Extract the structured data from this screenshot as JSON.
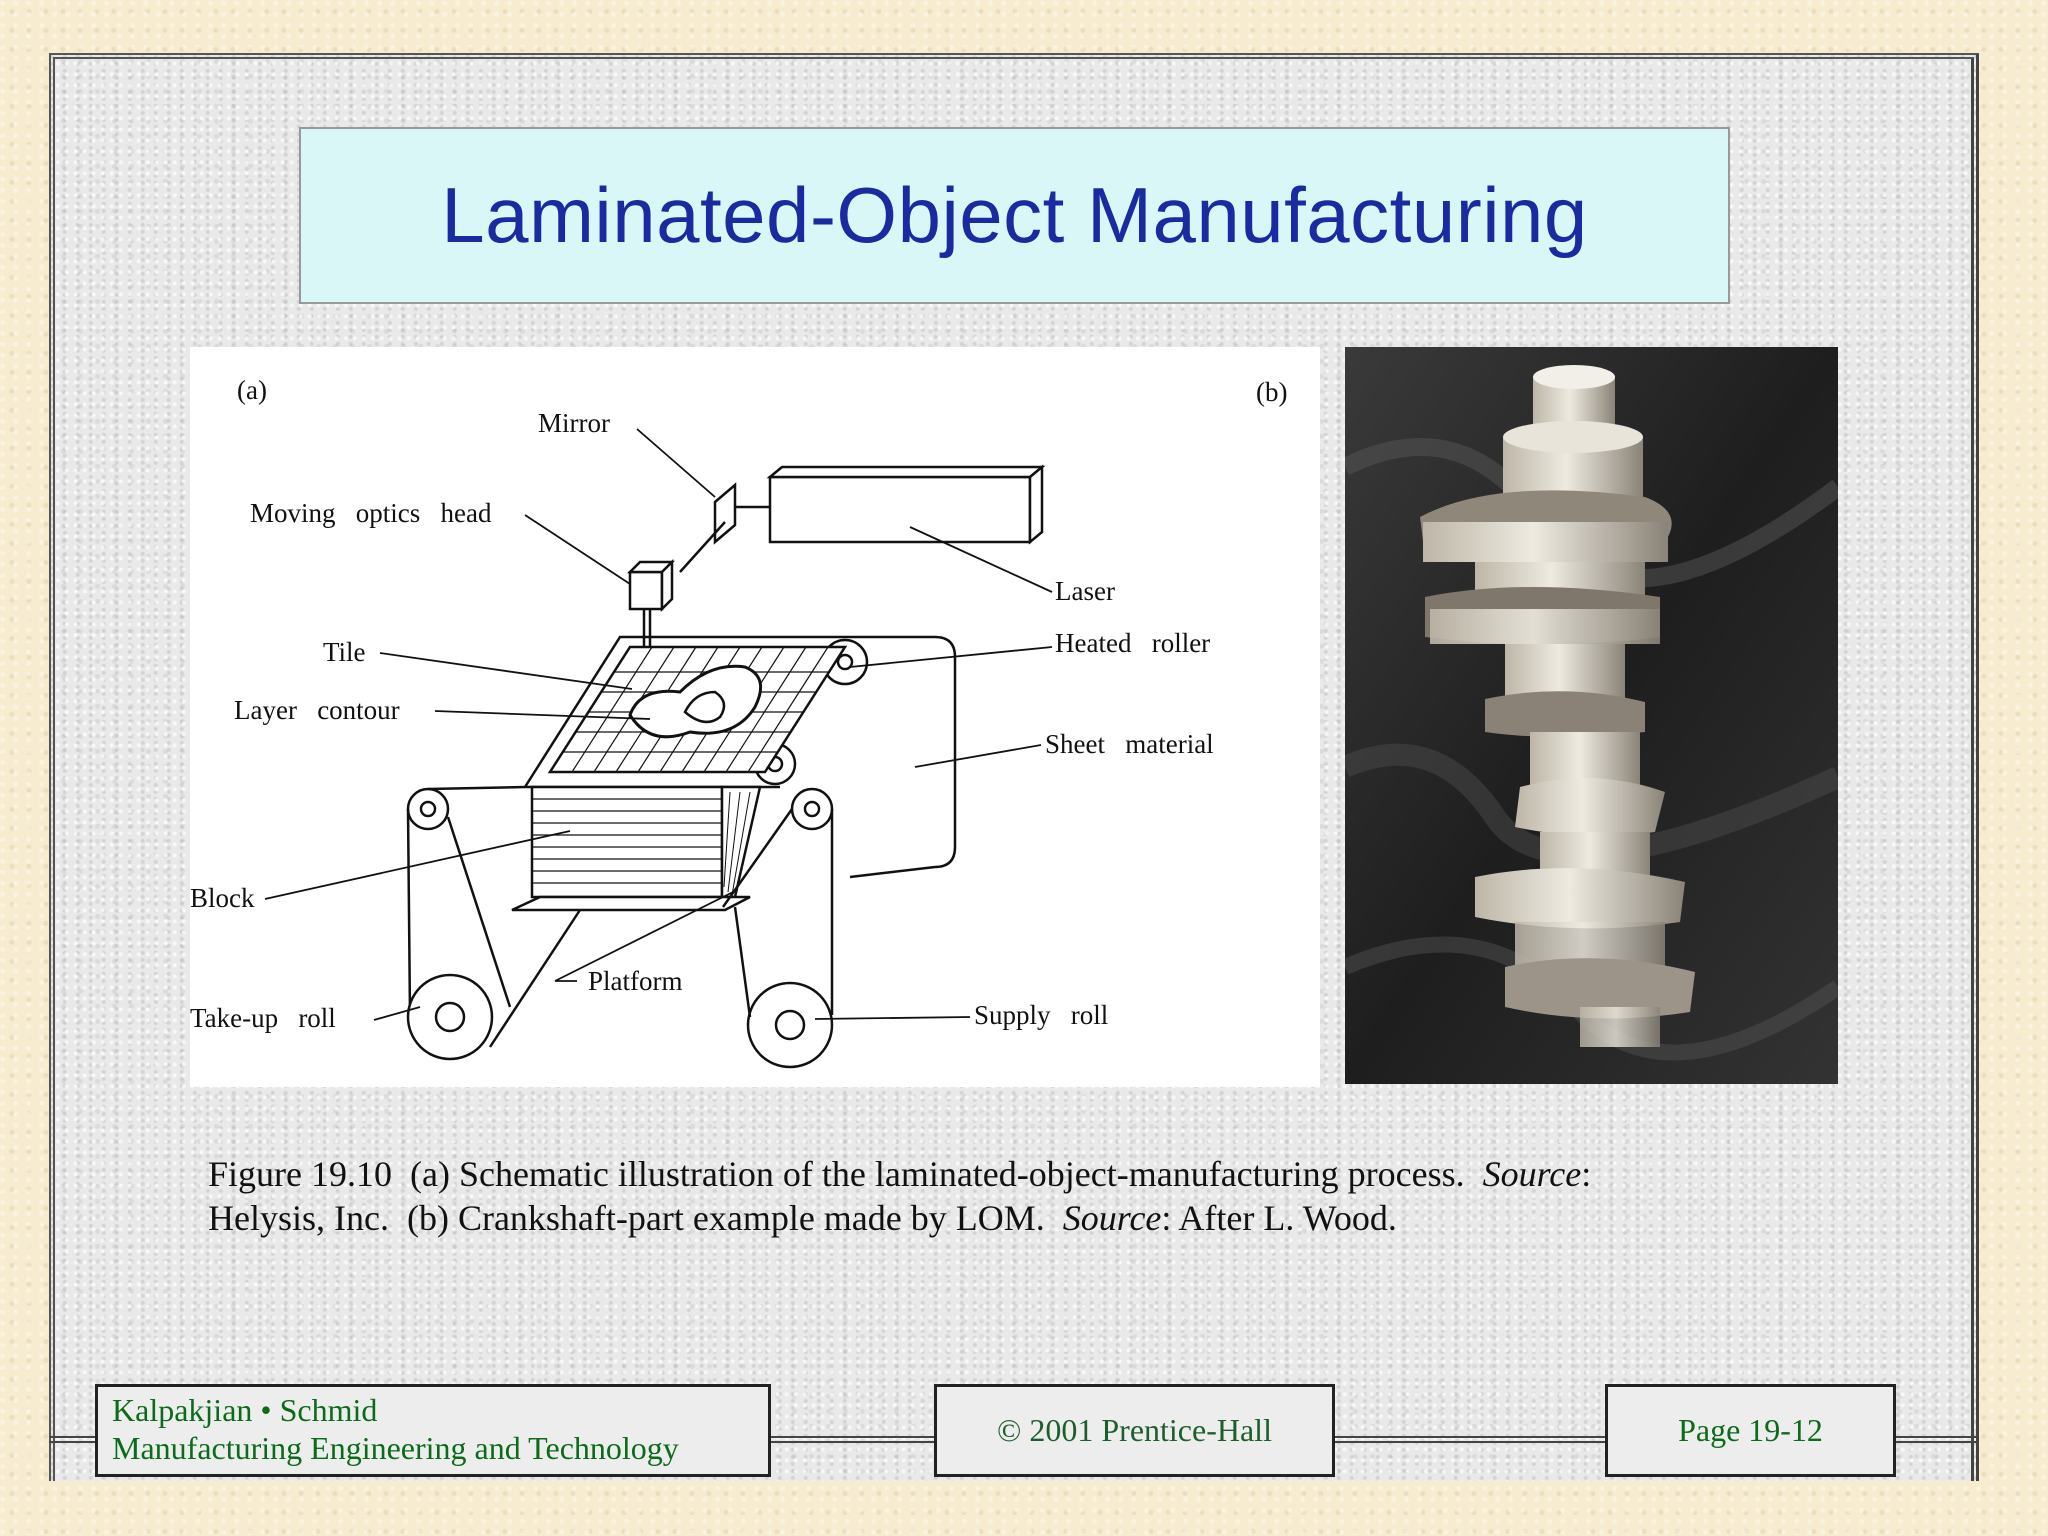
{
  "title": "Laminated-Object Manufacturing",
  "diagram": {
    "panel_a_label": "(a)",
    "panel_b_label": "(b)",
    "labels": {
      "mirror": "Mirror",
      "moving_optics_head": "Moving   optics   head",
      "laser": "Laser",
      "heated_roller": "Heated   roller",
      "tile": "Tile",
      "layer_contour": "Layer   contour",
      "sheet_material": "Sheet   material",
      "block": "Block",
      "platform": "Platform",
      "take_up_roll": "Take-up   roll",
      "supply_roll": "Supply   roll"
    }
  },
  "caption": {
    "line1_a": "Figure 19.10  (a) Schematic illustration of the laminated-object-manufacturing process.  ",
    "source_1": "Source",
    "line1_b": ":",
    "line2_a": "Helysis, Inc.  (b) Crankshaft-part example made by LOM.  ",
    "source_2": "Source",
    "line2_b": ": After L. Wood."
  },
  "footer": {
    "authors": "Kalpakjian • Schmid",
    "book": "Manufacturing Engineering and Technology",
    "copyright": "© 2001 Prentice-Hall",
    "page": "Page 19-12"
  },
  "colors": {
    "title_bg": "#d9f7f7",
    "title_text": "#1a2aa0",
    "footer_text": "#0c6b1a",
    "page_bg": "#f7eccf"
  }
}
